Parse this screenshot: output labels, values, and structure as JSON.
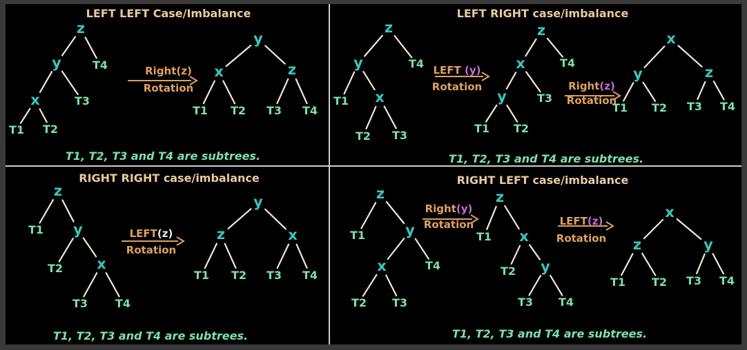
{
  "panels": [
    {
      "title": "LEFT LEFT Case/Imbalance",
      "note": "T1, T2, T3 and T4 are subtrees.",
      "trees": [
        {
          "nodes": [
            {
              "id": "z",
              "label": "z",
              "big": true
            },
            {
              "id": "y",
              "label": "y",
              "big": true
            },
            {
              "id": "T4",
              "label": "T4",
              "big": false
            },
            {
              "id": "x",
              "label": "x",
              "big": true
            },
            {
              "id": "T3",
              "label": "T3",
              "big": false
            },
            {
              "id": "T1",
              "label": "T1",
              "big": false
            },
            {
              "id": "T2",
              "label": "T2",
              "big": false
            }
          ],
          "edges": [
            [
              "z",
              "y"
            ],
            [
              "z",
              "T4"
            ],
            [
              "y",
              "x"
            ],
            [
              "y",
              "T3"
            ],
            [
              "x",
              "T1"
            ],
            [
              "x",
              "T2"
            ]
          ]
        },
        {
          "nodes": [
            {
              "id": "y",
              "label": "y",
              "big": true
            },
            {
              "id": "x",
              "label": "x",
              "big": true
            },
            {
              "id": "z",
              "label": "z",
              "big": true
            },
            {
              "id": "T1",
              "label": "T1",
              "big": false
            },
            {
              "id": "T2",
              "label": "T2",
              "big": false
            },
            {
              "id": "T3",
              "label": "T3",
              "big": false
            },
            {
              "id": "T4",
              "label": "T4",
              "big": false
            }
          ],
          "edges": [
            [
              "y",
              "x"
            ],
            [
              "y",
              "z"
            ],
            [
              "x",
              "T1"
            ],
            [
              "x",
              "T2"
            ],
            [
              "z",
              "T3"
            ],
            [
              "z",
              "T4"
            ]
          ]
        }
      ],
      "arrows": [
        {
          "word": "Right",
          "var": "(z)",
          "bottom": "Rotation",
          "var_color": "#e0a060"
        }
      ]
    },
    {
      "title": "LEFT RIGHT case/imbalance",
      "note": "T1, T2, T3 and T4 are subtrees.",
      "trees": [
        {
          "nodes": [
            {
              "id": "z",
              "label": "z",
              "big": true
            },
            {
              "id": "y",
              "label": "y",
              "big": true
            },
            {
              "id": "T4",
              "label": "T4",
              "big": false
            },
            {
              "id": "T1",
              "label": "T1",
              "big": false
            },
            {
              "id": "x",
              "label": "x",
              "big": true
            },
            {
              "id": "T2",
              "label": "T2",
              "big": false
            },
            {
              "id": "T3",
              "label": "T3",
              "big": false
            }
          ],
          "edges": [
            [
              "z",
              "y"
            ],
            [
              "z",
              "T4"
            ],
            [
              "y",
              "T1"
            ],
            [
              "y",
              "x"
            ],
            [
              "x",
              "T2"
            ],
            [
              "x",
              "T3"
            ]
          ]
        },
        {
          "nodes": [
            {
              "id": "z",
              "label": "z",
              "big": true
            },
            {
              "id": "x",
              "label": "x",
              "big": true
            },
            {
              "id": "T4",
              "label": "T4",
              "big": false
            },
            {
              "id": "y",
              "label": "y",
              "big": true
            },
            {
              "id": "T3",
              "label": "T3",
              "big": false
            },
            {
              "id": "T1",
              "label": "T1",
              "big": false
            },
            {
              "id": "T2",
              "label": "T2",
              "big": false
            }
          ],
          "edges": [
            [
              "z",
              "x"
            ],
            [
              "z",
              "T4"
            ],
            [
              "x",
              "y"
            ],
            [
              "x",
              "T3"
            ],
            [
              "y",
              "T1"
            ],
            [
              "y",
              "T2"
            ]
          ]
        },
        {
          "nodes": [
            {
              "id": "x",
              "label": "x",
              "big": true
            },
            {
              "id": "y",
              "label": "y",
              "big": true
            },
            {
              "id": "z",
              "label": "z",
              "big": true
            },
            {
              "id": "T1",
              "label": "T1",
              "big": false
            },
            {
              "id": "T2",
              "label": "T2",
              "big": false
            },
            {
              "id": "T3",
              "label": "T3",
              "big": false
            },
            {
              "id": "T4",
              "label": "T4",
              "big": false
            }
          ],
          "edges": [
            [
              "x",
              "y"
            ],
            [
              "x",
              "z"
            ],
            [
              "y",
              "T1"
            ],
            [
              "y",
              "T2"
            ],
            [
              "z",
              "T3"
            ],
            [
              "z",
              "T4"
            ]
          ]
        }
      ],
      "arrows": [
        {
          "word": "LEFT ",
          "var": "(y)",
          "bottom": "Rotation",
          "var_color": "#c96bd6"
        },
        {
          "word": "Right",
          "var": "(z)",
          "bottom": "Rotation",
          "var_color": "#c96bd6"
        }
      ]
    },
    {
      "title": "RIGHT RIGHT case/imbalance",
      "note": "T1, T2, T3 and T4 are subtrees.",
      "trees": [
        {
          "nodes": [
            {
              "id": "z",
              "label": "z",
              "big": true
            },
            {
              "id": "T1",
              "label": "T1",
              "big": false
            },
            {
              "id": "y",
              "label": "y",
              "big": true
            },
            {
              "id": "T2",
              "label": "T2",
              "big": false
            },
            {
              "id": "x",
              "label": "x",
              "big": true
            },
            {
              "id": "T3",
              "label": "T3",
              "big": false
            },
            {
              "id": "T4",
              "label": "T4",
              "big": false
            }
          ],
          "edges": [
            [
              "z",
              "T1"
            ],
            [
              "z",
              "y"
            ],
            [
              "y",
              "T2"
            ],
            [
              "y",
              "x"
            ],
            [
              "x",
              "T3"
            ],
            [
              "x",
              "T4"
            ]
          ]
        },
        {
          "nodes": [
            {
              "id": "y",
              "label": "y",
              "big": true
            },
            {
              "id": "z",
              "label": "z",
              "big": true
            },
            {
              "id": "x",
              "label": "x",
              "big": true
            },
            {
              "id": "T1",
              "label": "T1",
              "big": false
            },
            {
              "id": "T2",
              "label": "T2",
              "big": false
            },
            {
              "id": "T3",
              "label": "T3",
              "big": false
            },
            {
              "id": "T4",
              "label": "T4",
              "big": false
            }
          ],
          "edges": [
            [
              "y",
              "z"
            ],
            [
              "y",
              "x"
            ],
            [
              "z",
              "T1"
            ],
            [
              "z",
              "T2"
            ],
            [
              "x",
              "T3"
            ],
            [
              "x",
              "T4"
            ]
          ]
        }
      ],
      "arrows": [
        {
          "word": "LEFT",
          "var": "(z)",
          "bottom": "Rotation",
          "var_color": "#e8e8e8"
        }
      ]
    },
    {
      "title": "RIGHT LEFT case/imbalance",
      "note": "T1, T2, T3 and T4 are subtrees.",
      "trees": [
        {
          "nodes": [
            {
              "id": "z",
              "label": "z",
              "big": true
            },
            {
              "id": "T1",
              "label": "T1",
              "big": false
            },
            {
              "id": "y",
              "label": "y",
              "big": true
            },
            {
              "id": "x",
              "label": "x",
              "big": true
            },
            {
              "id": "T4",
              "label": "T4",
              "big": false
            },
            {
              "id": "T2",
              "label": "T2",
              "big": false
            },
            {
              "id": "T3",
              "label": "T3",
              "big": false
            }
          ],
          "edges": [
            [
              "z",
              "T1"
            ],
            [
              "z",
              "y"
            ],
            [
              "y",
              "x"
            ],
            [
              "y",
              "T4"
            ],
            [
              "x",
              "T2"
            ],
            [
              "x",
              "T3"
            ]
          ]
        },
        {
          "nodes": [
            {
              "id": "z",
              "label": "z",
              "big": true
            },
            {
              "id": "T1",
              "label": "T1",
              "big": false
            },
            {
              "id": "x",
              "label": "x",
              "big": true
            },
            {
              "id": "T2",
              "label": "T2",
              "big": false
            },
            {
              "id": "y",
              "label": "y",
              "big": true
            },
            {
              "id": "T3",
              "label": "T3",
              "big": false
            },
            {
              "id": "T4",
              "label": "T4",
              "big": false
            }
          ],
          "edges": [
            [
              "z",
              "T1"
            ],
            [
              "z",
              "x"
            ],
            [
              "x",
              "T2"
            ],
            [
              "x",
              "y"
            ],
            [
              "y",
              "T3"
            ],
            [
              "y",
              "T4"
            ]
          ]
        },
        {
          "nodes": [
            {
              "id": "x",
              "label": "x",
              "big": true
            },
            {
              "id": "z",
              "label": "z",
              "big": true
            },
            {
              "id": "y",
              "label": "y",
              "big": true
            },
            {
              "id": "T1",
              "label": "T1",
              "big": false
            },
            {
              "id": "T2",
              "label": "T2",
              "big": false
            },
            {
              "id": "T3",
              "label": "T3",
              "big": false
            },
            {
              "id": "T4",
              "label": "T4",
              "big": false
            }
          ],
          "edges": [
            [
              "x",
              "z"
            ],
            [
              "x",
              "y"
            ],
            [
              "z",
              "T1"
            ],
            [
              "z",
              "T2"
            ],
            [
              "y",
              "T3"
            ],
            [
              "y",
              "T4"
            ]
          ]
        }
      ],
      "arrows": [
        {
          "word": "Right",
          "var": "(y)",
          "bottom": "Rotation",
          "var_color": "#c96bd6"
        },
        {
          "word": "LEFT",
          "var": "(z)",
          "bottom": "Rotation",
          "var_color": "#c96bd6"
        }
      ]
    }
  ],
  "colors": {
    "background": "#000000",
    "frame": "#3a3a3a",
    "divider": "#cfcfcf",
    "title": "#e8c9a0",
    "node": "#39c5c2",
    "subtree": "#7ce0ae",
    "edge": "#f2ead0",
    "arrow": "#e0a060",
    "rotation_var": "#c96bd6"
  }
}
